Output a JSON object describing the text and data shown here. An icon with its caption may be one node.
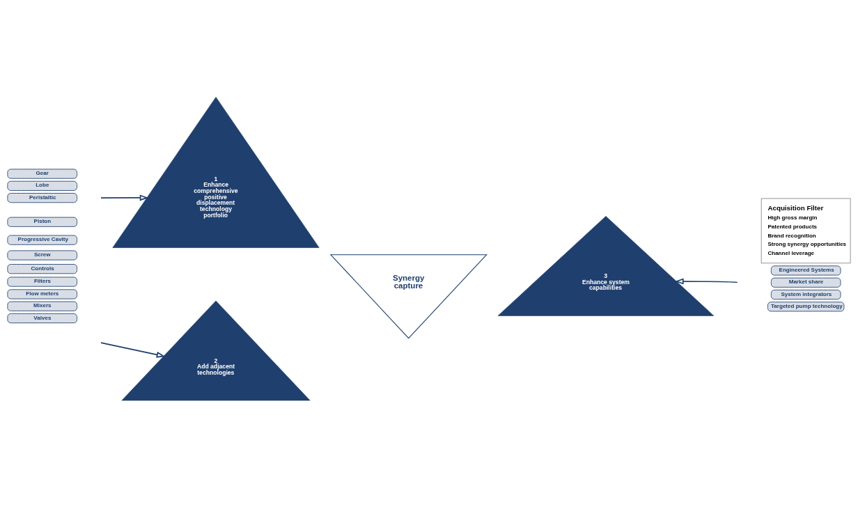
{
  "diagram": {
    "nodes": [
      {
        "text": [
          "Gear"
        ]
      },
      {
        "text": [
          "Lobe"
        ]
      },
      {
        "text": [
          "Peristaltic"
        ]
      },
      {
        "text": [
          "Piston"
        ]
      },
      {
        "text": [
          "Progressive Cavity"
        ]
      },
      {
        "text": [
          "Screw"
        ]
      },
      {
        "text": [
          "1",
          "Enhance comprehensive positive displacement technology portfolio"
        ]
      },
      {
        "text": [
          "Acquisition Filter",
          "High gross margin",
          "Patented products",
          "Brand recognition",
          "Strong synergy opportunities",
          "Channel leverage"
        ]
      },
      {
        "text": [
          "Controls"
        ]
      },
      {
        "text": [
          "Filters"
        ]
      },
      {
        "text": [
          "Flow meters"
        ]
      },
      {
        "text": [
          "Mixers"
        ]
      },
      {
        "text": [
          "Valves"
        ]
      },
      {
        "text": [
          "2",
          "Add adjacent technologies"
        ]
      },
      {
        "text": [
          "Synergy capture"
        ]
      },
      {
        "text": [
          "3",
          "Enhance system capabilities"
        ]
      },
      {
        "text": [
          "Engineered Systems"
        ]
      },
      {
        "text": [
          "Market share"
        ]
      },
      {
        "text": [
          "System integrators"
        ]
      },
      {
        "text": [
          "Targeted pump technology"
        ]
      }
    ],
    "edges": [
      {
        "from": null,
        "to": 6,
        "arrow": "to"
      },
      {
        "from": null,
        "to": 13,
        "arrow": "to"
      },
      {
        "from": null,
        "to": 15,
        "arrow": "to"
      }
    ]
  }
}
